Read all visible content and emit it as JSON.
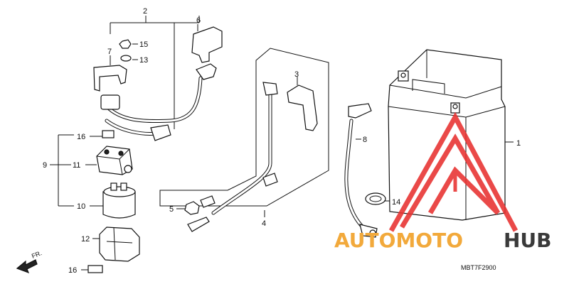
{
  "labels": {
    "p1": "1",
    "p2": "2",
    "p3": "3",
    "p4": "4",
    "p5": "5",
    "p6": "6",
    "p7": "7",
    "p8": "8",
    "p9": "9",
    "p10": "10",
    "p11": "11",
    "p12": "12",
    "p13": "13",
    "p14": "14",
    "p15": "15",
    "p16a": "16",
    "p16b": "16"
  },
  "front_arrow": "FR.",
  "drawing_code": "MBT7F2900",
  "watermark": {
    "part1": "AUTOMOTO",
    "part2": "HUB",
    "color_orange": "#f2a93b",
    "color_dark": "#3a3a3a",
    "triangle_color": "#e8312f"
  },
  "icons": {
    "triangle_logo": "warning-triangle-logo",
    "front_arrow": "front-direction-arrow"
  }
}
